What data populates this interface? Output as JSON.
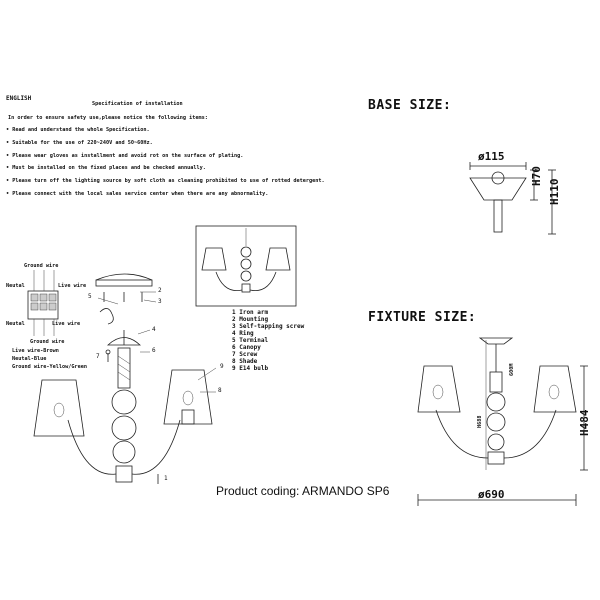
{
  "instructions": {
    "language": "ENGLISH",
    "heading": "Specification of installation",
    "intro": "In order to ensure safety use,please notice the following items:",
    "items": [
      "Read and understand the whole Specification.",
      "Suitable for the use of 220~240V and 50~60Hz.",
      "Please wear gloves as installment and avoid rot on the surface of plating.",
      "Must be installed on the fixed places and be checked annually.",
      "Please turn off the lighting source by soft cloth as cleaning prohibited to use of rotted detergent.",
      "Please connect with the local sales service center when there are any abnormality."
    ]
  },
  "wiring": {
    "ground_top": "Ground wire",
    "neutral_top": "Neutal",
    "live_top": "Live wire",
    "neutral_bottom": "Neutal",
    "live_bottom": "Live wire",
    "ground_bottom": "Ground wire",
    "color_live": "Live wire-Brown",
    "color_neutral": "Neutal-Blue",
    "color_ground": "Ground wire-Yellow/Green"
  },
  "callouts": [
    "5",
    "2",
    "3",
    "4",
    "6",
    "7",
    "9",
    "8",
    "1"
  ],
  "parts": [
    "1 Iron arm",
    "2 Mounting",
    "3 Self-tapping screw",
    "4 Ring",
    "5 Terminal",
    "6 Canopy",
    "7 Screw",
    "8 Shade",
    "9 E14 bulb"
  ],
  "product_coding": "Product coding: ARMANDO SP6",
  "base": {
    "title": "BASE SIZE:",
    "diameter": "ø115",
    "h1": "H70",
    "h2": "H110"
  },
  "fixture": {
    "title": "FIXTURE SIZE:",
    "chain": "600M",
    "inner_h": "H688",
    "height": "H484",
    "diameter": "ø690"
  }
}
